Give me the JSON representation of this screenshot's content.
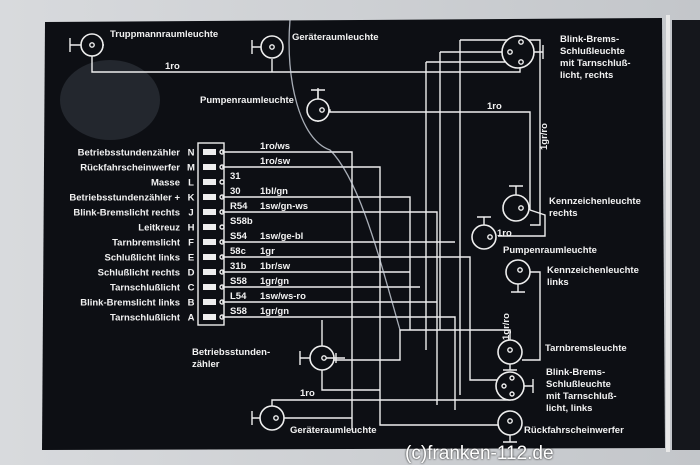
{
  "lamps": {
    "truppmann": "Truppmannraumleuchte",
    "geraete_top": "Geräteraumleuchte",
    "blink_rechts": [
      "Blink-Brems-",
      "Schlußleuchte",
      "mit Tarnschluß-",
      "licht, rechts"
    ],
    "pumpen_top": "Pumpenraumleuchte",
    "kennzeichen_rechts": [
      "Kennzeichenleuchte",
      "rechts"
    ],
    "pumpen_mid": "Pumpenraumleuchte",
    "kennzeichen_links": [
      "Kennzeichenleuchte",
      "links"
    ],
    "tarnbrems": "Tarnbremsleuchte",
    "blink_links": [
      "Blink-Brems-",
      "Schlußleuchte",
      "mit Tarnschluß-",
      "licht, links"
    ],
    "rueckfahr": "Rückfahrscheinwerfer",
    "geraete_bottom": "Geräteraumleuchte",
    "betriebsstunden": [
      "Betriebsstunden-",
      "zähler"
    ]
  },
  "connector_rows": [
    {
      "label": "Betriebsstundenzähler",
      "pin": "N",
      "terminal": "",
      "wire": "1ro/ws"
    },
    {
      "label": "Rückfahrscheinwerfer",
      "pin": "M",
      "terminal": "",
      "wire": "1ro/sw"
    },
    {
      "label": "Masse",
      "pin": "L",
      "terminal": "31",
      "wire": ""
    },
    {
      "label": "Betriebsstundenzähler +",
      "pin": "K",
      "terminal": "30",
      "wire": "1bl/gn"
    },
    {
      "label": "Blink-Bremslicht rechts",
      "pin": "J",
      "terminal": "R54",
      "wire": "1sw/gn-ws"
    },
    {
      "label": "Leitkreuz",
      "pin": "H",
      "terminal": "S58b",
      "wire": ""
    },
    {
      "label": "Tarnbremslicht",
      "pin": "F",
      "terminal": "S54",
      "wire": "1sw/ge-bl"
    },
    {
      "label": "Schlußlicht links",
      "pin": "E",
      "terminal": "58c",
      "wire": "1gr"
    },
    {
      "label": "Schlußlicht rechts",
      "pin": "D",
      "terminal": "31b",
      "wire": "1br/sw"
    },
    {
      "label": "Tarnschlußlicht",
      "pin": "C",
      "terminal": "S58",
      "wire": "1gr/gn"
    },
    {
      "label": "Blink-Bremslicht links",
      "pin": "B",
      "terminal": "L54",
      "wire": "1sw/ws-ro"
    },
    {
      "label": "Tarnschlußlicht",
      "pin": "A",
      "terminal": "S58",
      "wire": "1gr/gn"
    }
  ],
  "wire_labels": {
    "w1": "1ro",
    "w2": "1ro",
    "w3": "1gr/ro",
    "w4": "1ro",
    "w5": "1gr/ro",
    "w6": "1ro"
  },
  "watermark": "(c)franken-112.de"
}
